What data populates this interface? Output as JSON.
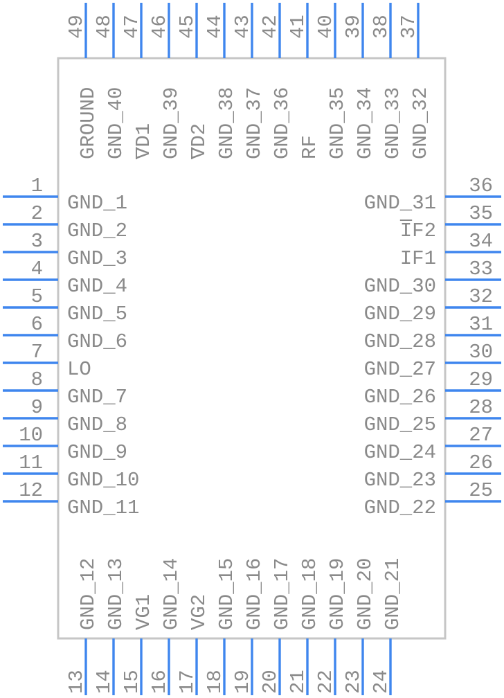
{
  "component": {
    "left_pins": [
      {
        "number": "1",
        "name": "GND_1"
      },
      {
        "number": "2",
        "name": "GND_2"
      },
      {
        "number": "3",
        "name": "GND_3"
      },
      {
        "number": "4",
        "name": "GND_4"
      },
      {
        "number": "5",
        "name": "GND_5"
      },
      {
        "number": "6",
        "name": "GND_6"
      },
      {
        "number": "7",
        "name": "LO"
      },
      {
        "number": "8",
        "name": "GND_7"
      },
      {
        "number": "9",
        "name": "GND_8"
      },
      {
        "number": "10",
        "name": "GND_9"
      },
      {
        "number": "11",
        "name": "GND_10"
      },
      {
        "number": "12",
        "name": "GND_11"
      }
    ],
    "right_pins": [
      {
        "number": "36",
        "name": "GND_31"
      },
      {
        "number": "35",
        "name": "IF2",
        "overbar": true
      },
      {
        "number": "34",
        "name": "IF1"
      },
      {
        "number": "33",
        "name": "GND_30"
      },
      {
        "number": "32",
        "name": "GND_29"
      },
      {
        "number": "31",
        "name": "GND_28"
      },
      {
        "number": "30",
        "name": "GND_27"
      },
      {
        "number": "29",
        "name": "GND_26"
      },
      {
        "number": "28",
        "name": "GND_25"
      },
      {
        "number": "27",
        "name": "GND_24"
      },
      {
        "number": "26",
        "name": "GND_23"
      },
      {
        "number": "25",
        "name": "GND_22"
      }
    ],
    "top_pins": [
      {
        "number": "49",
        "name": "GROUND"
      },
      {
        "number": "48",
        "name": "GND_40"
      },
      {
        "number": "47",
        "name": "VD1",
        "overbar": true
      },
      {
        "number": "46",
        "name": "GND_39"
      },
      {
        "number": "45",
        "name": "VD2",
        "overbar": true
      },
      {
        "number": "44",
        "name": "GND_38"
      },
      {
        "number": "43",
        "name": "GND_37"
      },
      {
        "number": "42",
        "name": "GND_36"
      },
      {
        "number": "41",
        "name": "RF"
      },
      {
        "number": "40",
        "name": "GND_35"
      },
      {
        "number": "39",
        "name": "GND_34"
      },
      {
        "number": "38",
        "name": "GND_33"
      },
      {
        "number": "37",
        "name": "GND_32"
      }
    ],
    "bottom_pins": [
      {
        "number": "13",
        "name": "GND_12"
      },
      {
        "number": "14",
        "name": "GND_13"
      },
      {
        "number": "15",
        "name": "VG1"
      },
      {
        "number": "16",
        "name": "GND_14"
      },
      {
        "number": "17",
        "name": "VG2"
      },
      {
        "number": "18",
        "name": "GND_15"
      },
      {
        "number": "19",
        "name": "GND_16"
      },
      {
        "number": "20",
        "name": "GND_17"
      },
      {
        "number": "21",
        "name": "GND_18"
      },
      {
        "number": "22",
        "name": "GND_19"
      },
      {
        "number": "23",
        "name": "GND_20"
      },
      {
        "number": "24",
        "name": "GND_21"
      }
    ]
  }
}
